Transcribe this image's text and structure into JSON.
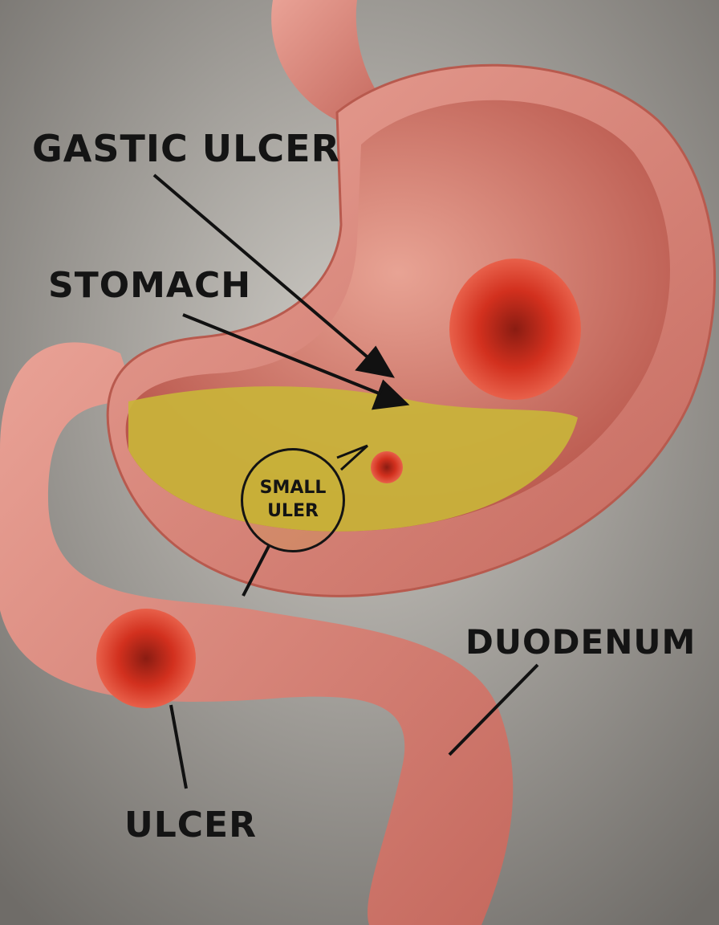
{
  "labels": {
    "gastric_ulcer": "GASTIC ULCER",
    "stomach": "STOMACH",
    "small_ulcer_line1": "SMALL",
    "small_ulcer_line2": "ULER",
    "duodenum": "DUODENUM",
    "ulcer": "ULCER"
  },
  "colors": {
    "tissue": "#d9857a",
    "fluid": "#c9b43a",
    "ulcer": "#c8301f",
    "background": "#9a9792"
  }
}
